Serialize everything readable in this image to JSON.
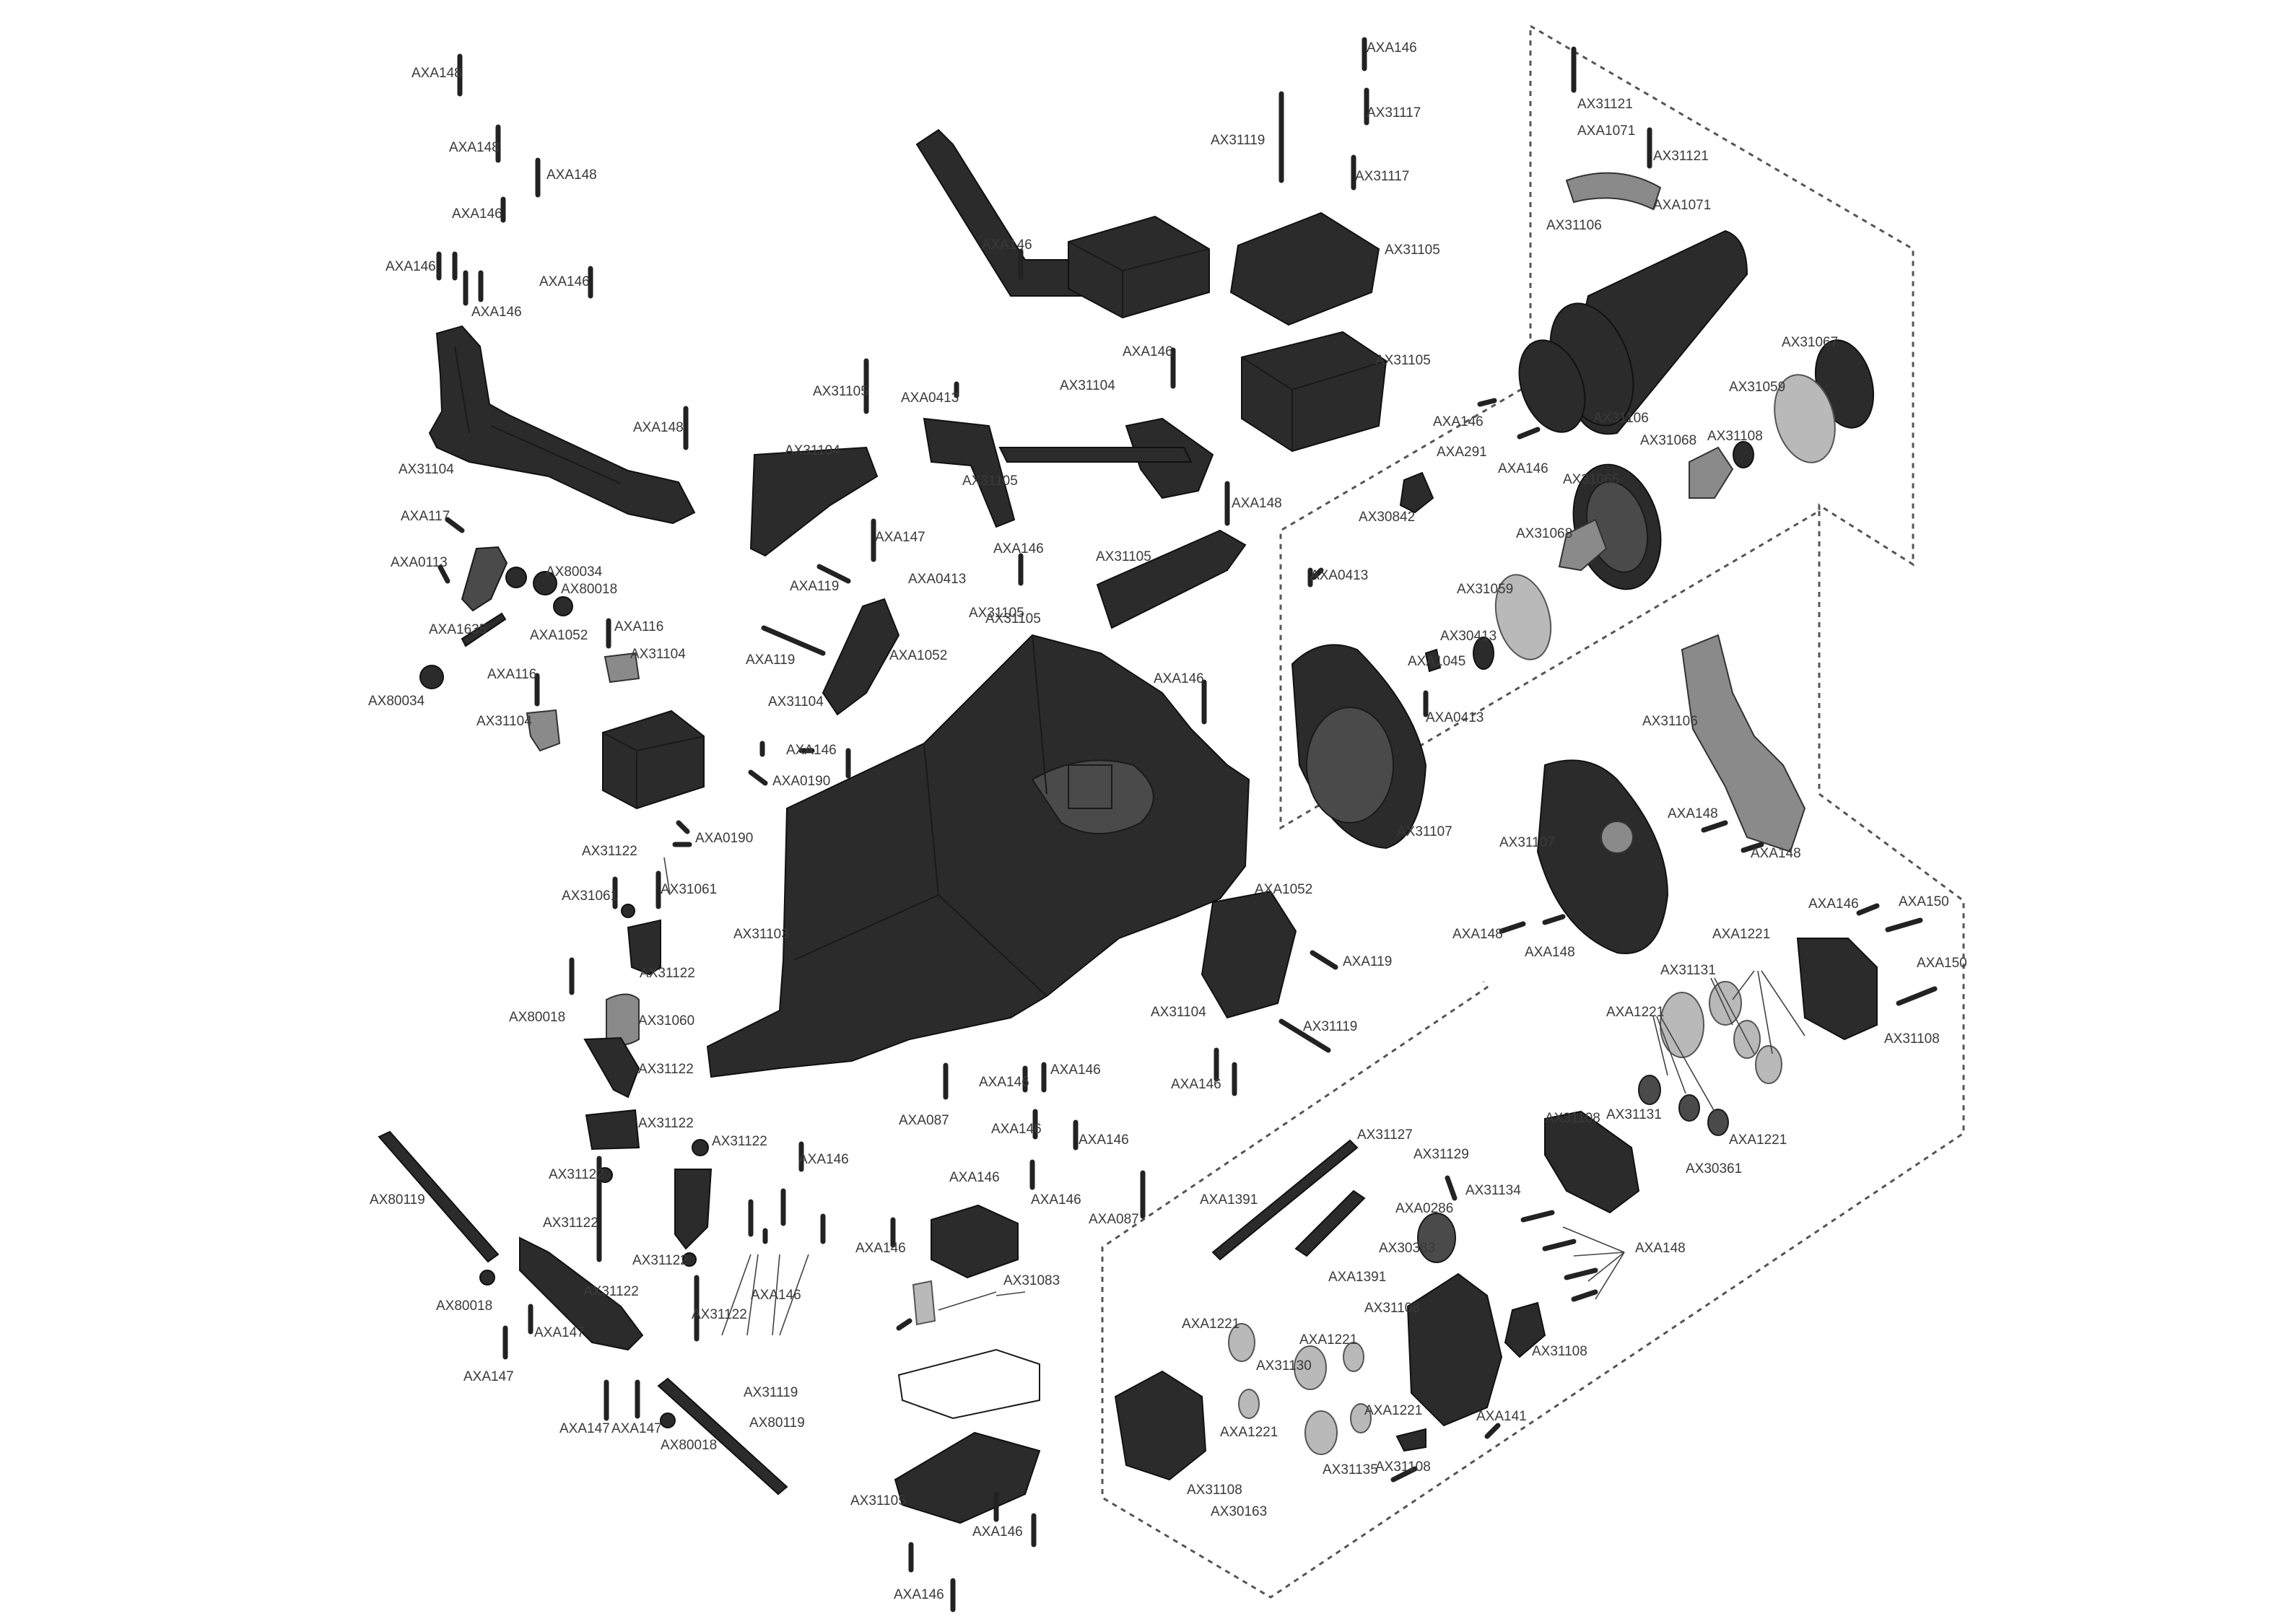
{
  "labels": {
    "l_axa148_a": "AXA148",
    "l_axa148_b": "AXA148",
    "l_axa148_c": "AXA148",
    "l_axa146_a": "AXA146",
    "l_axa146_b": "AXA146",
    "l_axa146_c": "AXA146",
    "l_axa146_d": "AXA146",
    "l_ax31104_a": "AX31104",
    "l_axa148_d": "AXA148",
    "l_axa117": "AXA117",
    "l_axa0113": "AXA0113",
    "l_ax80034_a": "AX80034",
    "l_ax80018_a": "AX80018",
    "l_axa1635": "AXA1635",
    "l_axa1052_a": "AXA1052",
    "l_axa116_a": "AXA116",
    "l_ax31104_b": "AX31104",
    "l_axa116_b": "AXA116",
    "l_ax80034_b": "AX80034",
    "l_ax31104_c": "AX31104",
    "l_axa0190_a": "AXA0190",
    "l_axa0190_b": "AXA0190",
    "l_ax31122_a": "AX31122",
    "l_ax31061_a": "AX31061",
    "l_ax31061_b": "AX31061",
    "l_ax31122_b": "AX31122",
    "l_ax80018_b": "AX80018",
    "l_ax31060": "AX31060",
    "l_ax31122_c": "AX31122",
    "l_ax31122_d": "AX31122",
    "l_ax31122_e": "AX31122",
    "l_ax31122_f": "AX31122",
    "l_ax31122_g": "AX31122",
    "l_ax31122_h": "AX31122",
    "l_ax31122_i": "AX31122",
    "l_ax31122_j": "AX31122",
    "l_ax80119_a": "AX80119",
    "l_ax80018_c": "AX80018",
    "l_axa147_a": "AXA147",
    "l_axa147_b": "AXA147",
    "l_axa147_c": "AXA147",
    "l_axa147_d": "AXA147",
    "l_ax80018_d": "AX80018",
    "l_ax80119_b": "AX80119",
    "l_axa146_e": "AXA146",
    "l_axa146_f": "AXA146",
    "l_ax31105_a": "AX31105",
    "l_ax31104_d": "AX31104",
    "l_axa0413_a": "AXA0413",
    "l_ax31105_b": "AX31105",
    "l_axa147_e": "AXA147",
    "l_axa119_a": "AXA119",
    "l_axa0413_b": "AXA0413",
    "l_axa119_b": "AXA119",
    "l_axa1052_b": "AXA1052",
    "l_ax31105_c": "AX31105",
    "l_ax31104_e": "AX31104",
    "l_axa146_g": "AXA146",
    "l_ax31103": "AX31103",
    "l_axa087_a": "AXA087",
    "l_axa146_h": "AXA146",
    "l_axa146_i": "AXA146",
    "l_axa146_j": "AXA146",
    "l_axa146_k": "AXA146",
    "l_axa146_l": "AXA146",
    "l_axa146_m": "AXA146",
    "l_axa146_n": "AXA146",
    "l_axa087_b": "AXA087",
    "l_ax31083": "AX31083",
    "l_ax31105_d": "AX31105",
    "l_axa146_o": "AXA146",
    "l_axa146_p": "AXA146",
    "l_axa146_q": "AXA146",
    "l_axa146_r": "AXA146",
    "l_ax31104_f": "AX31104",
    "l_ax31105_e": "AX31105",
    "l_axa146_s": "AXA146",
    "l_axa148_e": "AXA148",
    "l_ax31105_f": "AX31105",
    "l_axa146_t": "AXA146",
    "l_axa1052_c": "AXA1052",
    "l_axa119_c": "AXA119",
    "l_ax31104_g": "AX31104",
    "l_ax31119_a": "AX31119",
    "l_axa146_u": "AXA146",
    "l_axa146_v": "AXA146",
    "l_ax31117_a": "AX31117",
    "l_ax31119_b": "AX31119",
    "l_ax31117_b": "AX31117",
    "l_ax31105_g": "AX31105",
    "l_ax31105_h": "AX31105",
    "l_ax31119_c": "AX31119",
    "l_ax31121_a": "AX31121",
    "l_axa1071_a": "AXA1071",
    "l_ax31121_b": "AX31121",
    "l_ax31106_a": "AX31106",
    "l_axa1071_b": "AXA1071",
    "l_ax31067": "AX31067",
    "l_axa146_w": "AXA146",
    "l_axa291": "AXA291",
    "l_axa146_x": "AXA146",
    "l_ax31106_b": "AX31106",
    "l_ax31059_a": "AX31059",
    "l_ax31068_a": "AX31068",
    "l_ax31108_a": "AX31108",
    "l_ax31065": "AX31065",
    "l_ax30842": "AX30842",
    "l_axa0413_c": "AXA0413",
    "l_ax31068_b": "AX31068",
    "l_ax31059_b": "AX31059",
    "l_ax30413": "AX30413",
    "l_axa1045": "AXA1045",
    "l_axa0413_d": "AXA0413",
    "l_ax31106_c": "AX31106",
    "l_ax31107_a": "AX31107",
    "l_ax31107_b": "AX31107",
    "l_axa148_f": "AXA148",
    "l_axa148_g": "AXA148",
    "l_axa148_h": "AXA148",
    "l_axa148_i": "AXA148",
    "l_axa146_y": "AXA146",
    "l_axa150_a": "AXA150",
    "l_axa150_b": "AXA150",
    "l_axa1221_a": "AXA1221",
    "l_ax31131_a": "AX31131",
    "l_axa1221_b": "AXA1221",
    "l_ax31108_b": "AX31108",
    "l_ax31108_c": "AX31108",
    "l_ax31131_b": "AX31131",
    "l_axa1221_c": "AXA1221",
    "l_ax30361": "AX30361",
    "l_ax31127": "AX31127",
    "l_ax31129": "AX31129",
    "l_axa1391_a": "AXA1391",
    "l_axa0286": "AXA0286",
    "l_ax31134": "AX31134",
    "l_ax30383": "AX30383",
    "l_axa1391_b": "AXA1391",
    "l_axa148_j": "AXA148",
    "l_ax31108_d": "AX31108",
    "l_axa1221_d": "AXA1221",
    "l_axa1221_e": "AXA1221",
    "l_ax31130": "AX31130",
    "l_ax31108_e": "AX31108",
    "l_axa1221_f": "AXA1221",
    "l_axa1221_g": "AXA1221",
    "l_axa141": "AXA141",
    "l_ax31108_f": "AX31108",
    "l_ax31135": "AX31135",
    "l_ax31108_g": "AX31108",
    "l_ax30163": "AX30163"
  }
}
